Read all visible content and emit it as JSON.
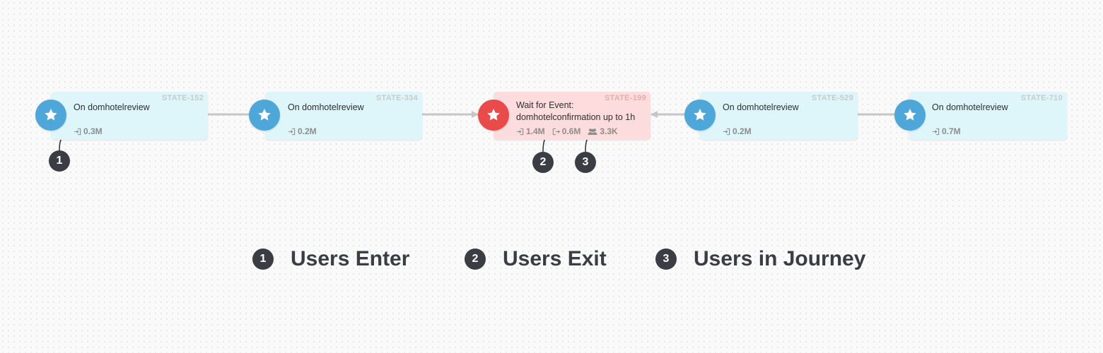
{
  "colors": {
    "trigger_bg": "#def5f9",
    "trigger_icon": "#4ea7d8",
    "wait_bg": "#fcdcdc",
    "wait_icon": "#e94a4a",
    "state_id": "#c6cbce",
    "state_id_wait": "#e4aeae",
    "link": "#c6c6c6",
    "badge": "#3a3d44"
  },
  "nodes": [
    {
      "state_id": "STATE-152",
      "title": "On domhotelreview",
      "kind": "trigger",
      "icon": "star-icon",
      "stats": [
        {
          "icon": "enter-icon",
          "value": "0.3M"
        }
      ]
    },
    {
      "state_id": "STATE-334",
      "title": "On domhotelreview",
      "kind": "trigger",
      "icon": "star-icon",
      "stats": [
        {
          "icon": "enter-icon",
          "value": "0.2M"
        }
      ]
    },
    {
      "state_id": "STATE-199",
      "title": "Wait for Event: domhotelconfirmation up to 1h",
      "kind": "wait",
      "icon": "star-icon",
      "stats": [
        {
          "icon": "enter-icon",
          "value": "1.4M"
        },
        {
          "icon": "exit-icon",
          "value": "0.6M"
        },
        {
          "icon": "users-icon",
          "value": "3.3K"
        }
      ]
    },
    {
      "state_id": "STATE-529",
      "title": "On domhotelreview",
      "kind": "trigger",
      "icon": "star-icon",
      "stats": [
        {
          "icon": "enter-icon",
          "value": "0.2M"
        }
      ]
    },
    {
      "state_id": "STATE-710",
      "title": "On domhotelreview",
      "kind": "trigger",
      "icon": "star-icon",
      "stats": [
        {
          "icon": "enter-icon",
          "value": "0.7M"
        }
      ]
    }
  ],
  "callouts": [
    {
      "number": "1"
    },
    {
      "number": "2"
    },
    {
      "number": "3"
    }
  ],
  "legend": [
    {
      "number": "1",
      "label": "Users Enter"
    },
    {
      "number": "2",
      "label": "Users Exit"
    },
    {
      "number": "3",
      "label": "Users in Journey"
    }
  ]
}
